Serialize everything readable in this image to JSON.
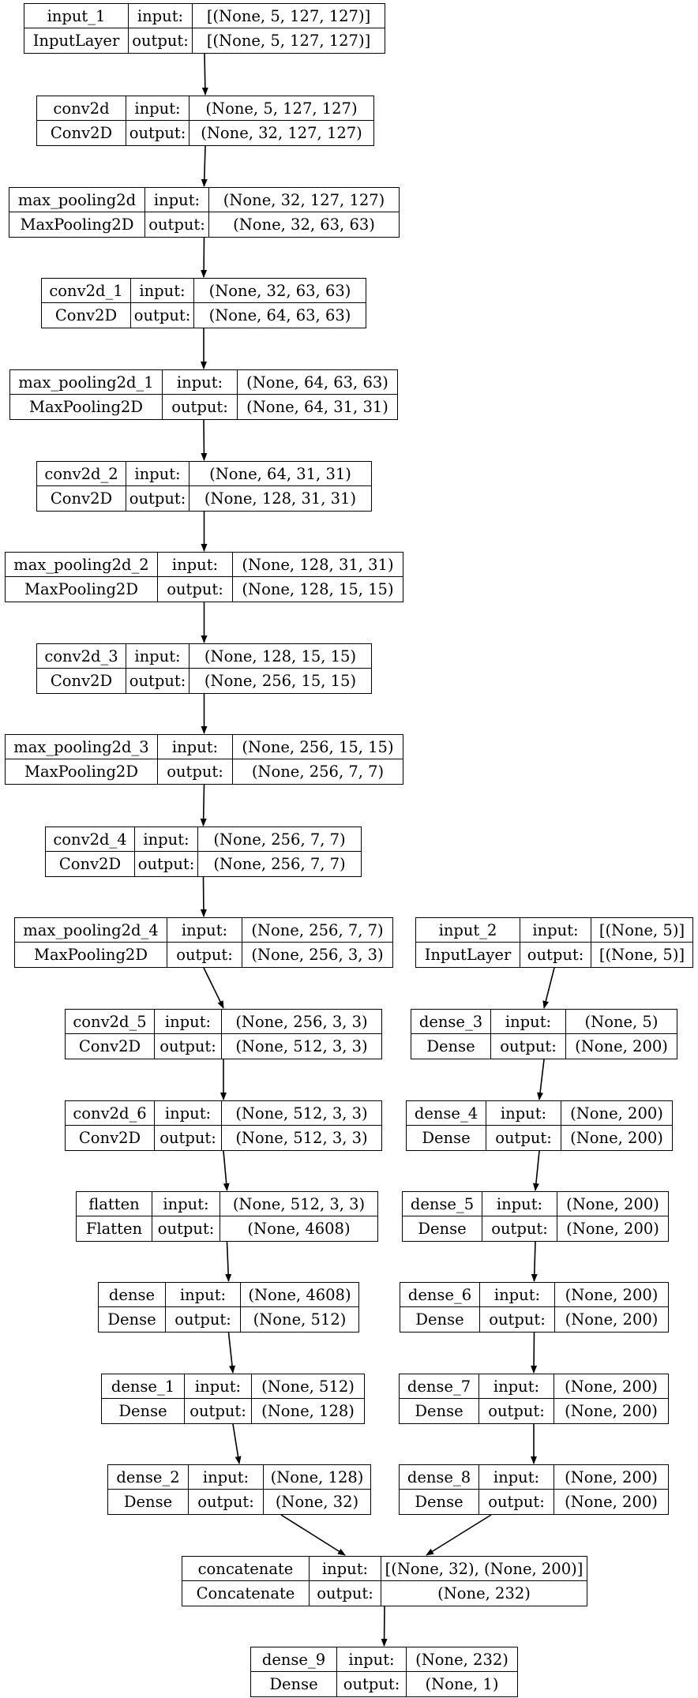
{
  "labels": {
    "input": "input:",
    "output": "output:"
  },
  "nodes": [
    {
      "id": "input_1",
      "name": "input_1",
      "type": "InputLayer",
      "input_shape": "[(None, 5, 127, 127)]",
      "output_shape": "[(None, 5, 127, 127)]"
    },
    {
      "id": "conv2d",
      "name": "conv2d",
      "type": "Conv2D",
      "input_shape": "(None, 5, 127, 127)",
      "output_shape": "(None, 32, 127, 127)"
    },
    {
      "id": "max_pooling2d",
      "name": "max_pooling2d",
      "type": "MaxPooling2D",
      "input_shape": "(None, 32, 127, 127)",
      "output_shape": "(None, 32, 63, 63)"
    },
    {
      "id": "conv2d_1",
      "name": "conv2d_1",
      "type": "Conv2D",
      "input_shape": "(None, 32, 63, 63)",
      "output_shape": "(None, 64, 63, 63)"
    },
    {
      "id": "max_pooling2d_1",
      "name": "max_pooling2d_1",
      "type": "MaxPooling2D",
      "input_shape": "(None, 64, 63, 63)",
      "output_shape": "(None, 64, 31, 31)"
    },
    {
      "id": "conv2d_2",
      "name": "conv2d_2",
      "type": "Conv2D",
      "input_shape": "(None, 64, 31, 31)",
      "output_shape": "(None, 128, 31, 31)"
    },
    {
      "id": "max_pooling2d_2",
      "name": "max_pooling2d_2",
      "type": "MaxPooling2D",
      "input_shape": "(None, 128, 31, 31)",
      "output_shape": "(None, 128, 15, 15)"
    },
    {
      "id": "conv2d_3",
      "name": "conv2d_3",
      "type": "Conv2D",
      "input_shape": "(None, 128, 15, 15)",
      "output_shape": "(None, 256, 15, 15)"
    },
    {
      "id": "max_pooling2d_3",
      "name": "max_pooling2d_3",
      "type": "MaxPooling2D",
      "input_shape": "(None, 256, 15, 15)",
      "output_shape": "(None, 256, 7, 7)"
    },
    {
      "id": "conv2d_4",
      "name": "conv2d_4",
      "type": "Conv2D",
      "input_shape": "(None, 256, 7, 7)",
      "output_shape": "(None, 256, 7, 7)"
    },
    {
      "id": "max_pooling2d_4",
      "name": "max_pooling2d_4",
      "type": "MaxPooling2D",
      "input_shape": "(None, 256, 7, 7)",
      "output_shape": "(None, 256, 3, 3)"
    },
    {
      "id": "conv2d_5",
      "name": "conv2d_5",
      "type": "Conv2D",
      "input_shape": "(None, 256, 3, 3)",
      "output_shape": "(None, 512, 3, 3)"
    },
    {
      "id": "conv2d_6",
      "name": "conv2d_6",
      "type": "Conv2D",
      "input_shape": "(None, 512, 3, 3)",
      "output_shape": "(None, 512, 3, 3)"
    },
    {
      "id": "flatten",
      "name": "flatten",
      "type": "Flatten",
      "input_shape": "(None, 512, 3, 3)",
      "output_shape": "(None, 4608)"
    },
    {
      "id": "dense",
      "name": "dense",
      "type": "Dense",
      "input_shape": "(None, 4608)",
      "output_shape": "(None, 512)"
    },
    {
      "id": "dense_1",
      "name": "dense_1",
      "type": "Dense",
      "input_shape": "(None, 512)",
      "output_shape": "(None, 128)"
    },
    {
      "id": "dense_2",
      "name": "dense_2",
      "type": "Dense",
      "input_shape": "(None, 128)",
      "output_shape": "(None, 32)"
    },
    {
      "id": "input_2",
      "name": "input_2",
      "type": "InputLayer",
      "input_shape": "[(None, 5)]",
      "output_shape": "[(None, 5)]"
    },
    {
      "id": "dense_3",
      "name": "dense_3",
      "type": "Dense",
      "input_shape": "(None, 5)",
      "output_shape": "(None, 200)"
    },
    {
      "id": "dense_4",
      "name": "dense_4",
      "type": "Dense",
      "input_shape": "(None, 200)",
      "output_shape": "(None, 200)"
    },
    {
      "id": "dense_5",
      "name": "dense_5",
      "type": "Dense",
      "input_shape": "(None, 200)",
      "output_shape": "(None, 200)"
    },
    {
      "id": "dense_6",
      "name": "dense_6",
      "type": "Dense",
      "input_shape": "(None, 200)",
      "output_shape": "(None, 200)"
    },
    {
      "id": "dense_7",
      "name": "dense_7",
      "type": "Dense",
      "input_shape": "(None, 200)",
      "output_shape": "(None, 200)"
    },
    {
      "id": "dense_8",
      "name": "dense_8",
      "type": "Dense",
      "input_shape": "(None, 200)",
      "output_shape": "(None, 200)"
    },
    {
      "id": "concatenate",
      "name": "concatenate",
      "type": "Concatenate",
      "input_shape": "[(None, 32), (None, 200)]",
      "output_shape": "(None, 232)"
    },
    {
      "id": "dense_9",
      "name": "dense_9",
      "type": "Dense",
      "input_shape": "(None, 232)",
      "output_shape": "(None, 1)"
    }
  ],
  "edges": [
    [
      "input_1",
      "conv2d"
    ],
    [
      "conv2d",
      "max_pooling2d"
    ],
    [
      "max_pooling2d",
      "conv2d_1"
    ],
    [
      "conv2d_1",
      "max_pooling2d_1"
    ],
    [
      "max_pooling2d_1",
      "conv2d_2"
    ],
    [
      "conv2d_2",
      "max_pooling2d_2"
    ],
    [
      "max_pooling2d_2",
      "conv2d_3"
    ],
    [
      "conv2d_3",
      "max_pooling2d_3"
    ],
    [
      "max_pooling2d_3",
      "conv2d_4"
    ],
    [
      "conv2d_4",
      "max_pooling2d_4"
    ],
    [
      "max_pooling2d_4",
      "conv2d_5"
    ],
    [
      "conv2d_5",
      "conv2d_6"
    ],
    [
      "conv2d_6",
      "flatten"
    ],
    [
      "flatten",
      "dense"
    ],
    [
      "dense",
      "dense_1"
    ],
    [
      "dense_1",
      "dense_2"
    ],
    [
      "input_2",
      "dense_3"
    ],
    [
      "dense_3",
      "dense_4"
    ],
    [
      "dense_4",
      "dense_5"
    ],
    [
      "dense_5",
      "dense_6"
    ],
    [
      "dense_6",
      "dense_7"
    ],
    [
      "dense_7",
      "dense_8"
    ],
    [
      "dense_2",
      "concatenate"
    ],
    [
      "dense_8",
      "concatenate"
    ],
    [
      "concatenate",
      "dense_9"
    ]
  ]
}
